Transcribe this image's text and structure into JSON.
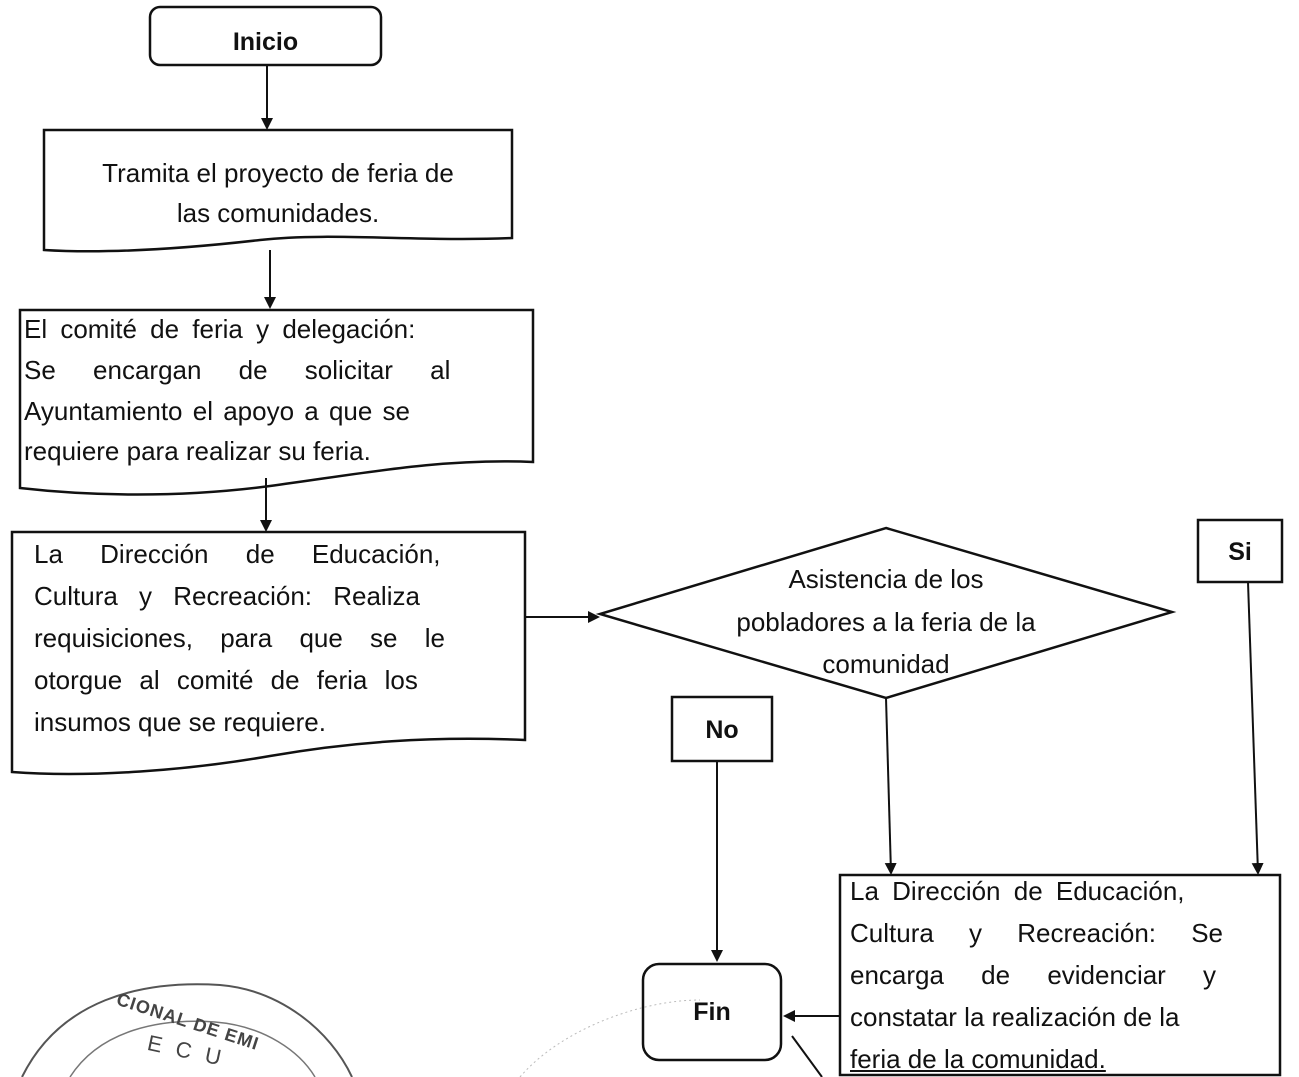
{
  "flowchart": {
    "start_label": "Inicio",
    "end_label": "Fin",
    "step1": {
      "lines": [
        "Tramita el proyecto de feria de",
        "las comunidades."
      ]
    },
    "step2": {
      "lines": [
        "El comité de feria y delegación:",
        "Se encargan de solicitar al",
        "Ayuntamiento el apoyo a que se",
        "requiere para realizar su feria."
      ]
    },
    "step3": {
      "lines": [
        "La Dirección de Educación,",
        "Cultura y Recreación: Realiza",
        "requisiciones, para que se le",
        "otorgue al comité de feria los",
        "insumos que se requiere."
      ]
    },
    "decision": {
      "lines": [
        "Asistencia de los",
        "pobladores a la feria de la",
        "comunidad"
      ]
    },
    "yes_label": "Si",
    "no_label": "No",
    "step4": {
      "lines": [
        "La Dirección de Educación,",
        "Cultura y Recreación: Se",
        "encarga de evidenciar y",
        "constatar la realización de la",
        "feria de la comunidad."
      ]
    },
    "seal": {
      "text": "CIONAL DE EMI",
      "initials": "E C U"
    }
  },
  "colors": {
    "ink": "#111111",
    "seal": "#555555",
    "paper": "#ffffff"
  }
}
